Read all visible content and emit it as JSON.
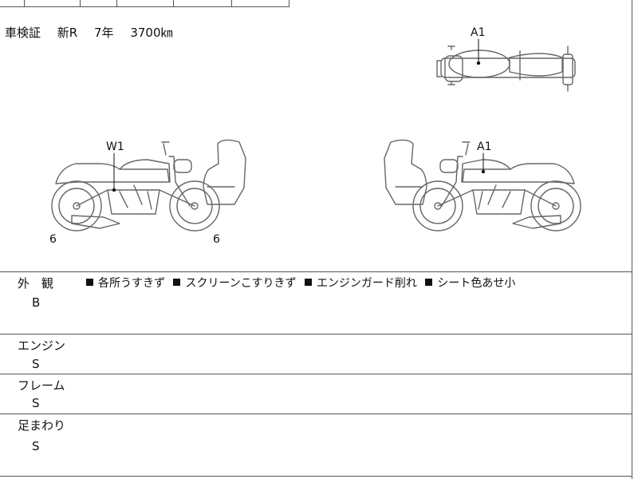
{
  "certificate": {
    "label": "車検証",
    "type": "新R",
    "year": "7年",
    "mileage": "3700㎞"
  },
  "diagram": {
    "top_view_marks": [
      "A1"
    ],
    "left_side_marks": [
      "W1",
      "6",
      "6"
    ],
    "right_side_marks": [
      "A1"
    ]
  },
  "appearance": {
    "title": "外　観",
    "grade": "B",
    "remarks": [
      "各所うすきず",
      "スクリーンこすりきず",
      "エンジンガード削れ",
      "シート色あせ小"
    ]
  },
  "engine": {
    "title": "エンジン",
    "grade": "S"
  },
  "frame": {
    "title": "フレーム",
    "grade": "S"
  },
  "suspension": {
    "title": "足まわり",
    "grade": "S"
  },
  "colors": {
    "line": "#555555",
    "text": "#111111",
    "drawing": "#666666"
  }
}
